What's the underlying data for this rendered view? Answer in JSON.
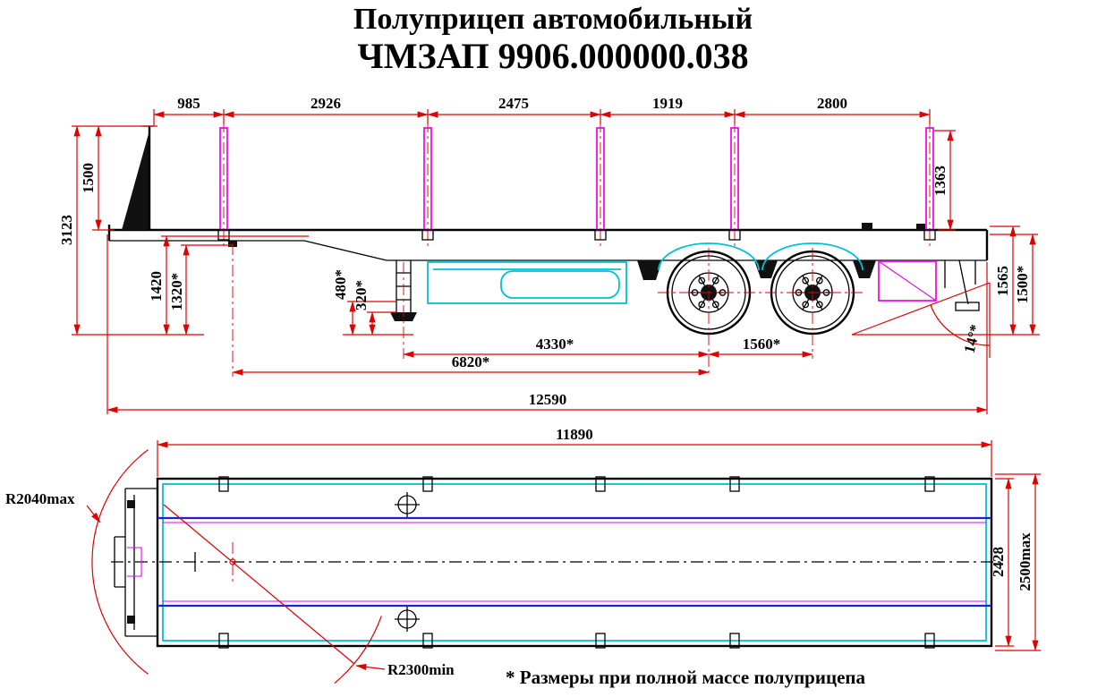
{
  "title": {
    "line1": "Полуприцеп автомобильный",
    "line2": "ЧМЗАП 9906.000000.038"
  },
  "note": "* Размеры при полной массе полуприцепа",
  "colors": {
    "dim": "#e10000",
    "cyan": "#00c0d8",
    "magenta": "#ee00ee",
    "blue": "#2020cc"
  },
  "side_view": {
    "top_segments": {
      "s1": "985",
      "s2": "2926",
      "s3": "2475",
      "s4": "1919",
      "s5": "2800"
    },
    "heights": {
      "front_wall": "1500",
      "overall": "3123",
      "deck_front_unladen": "1420",
      "deck_front_laden": "1320*",
      "rear_stake": "1363",
      "deck_rear_unladen": "1565",
      "deck_rear_laden": "1500*"
    },
    "supports": {
      "clearance_unladen": "480*",
      "clearance_laden": "320*"
    },
    "lengths": {
      "support_to_axle": "4330*",
      "axle_spacing": "1560*",
      "kingpin_to_axle": "6820*",
      "overall": "12590"
    },
    "angle_rear": "14°*"
  },
  "plan_view": {
    "platform_length": "11890",
    "platform_width": "2428",
    "overall_width": "2500max",
    "turn_radius_max": "R2040max",
    "turn_radius_min": "R2300min"
  }
}
